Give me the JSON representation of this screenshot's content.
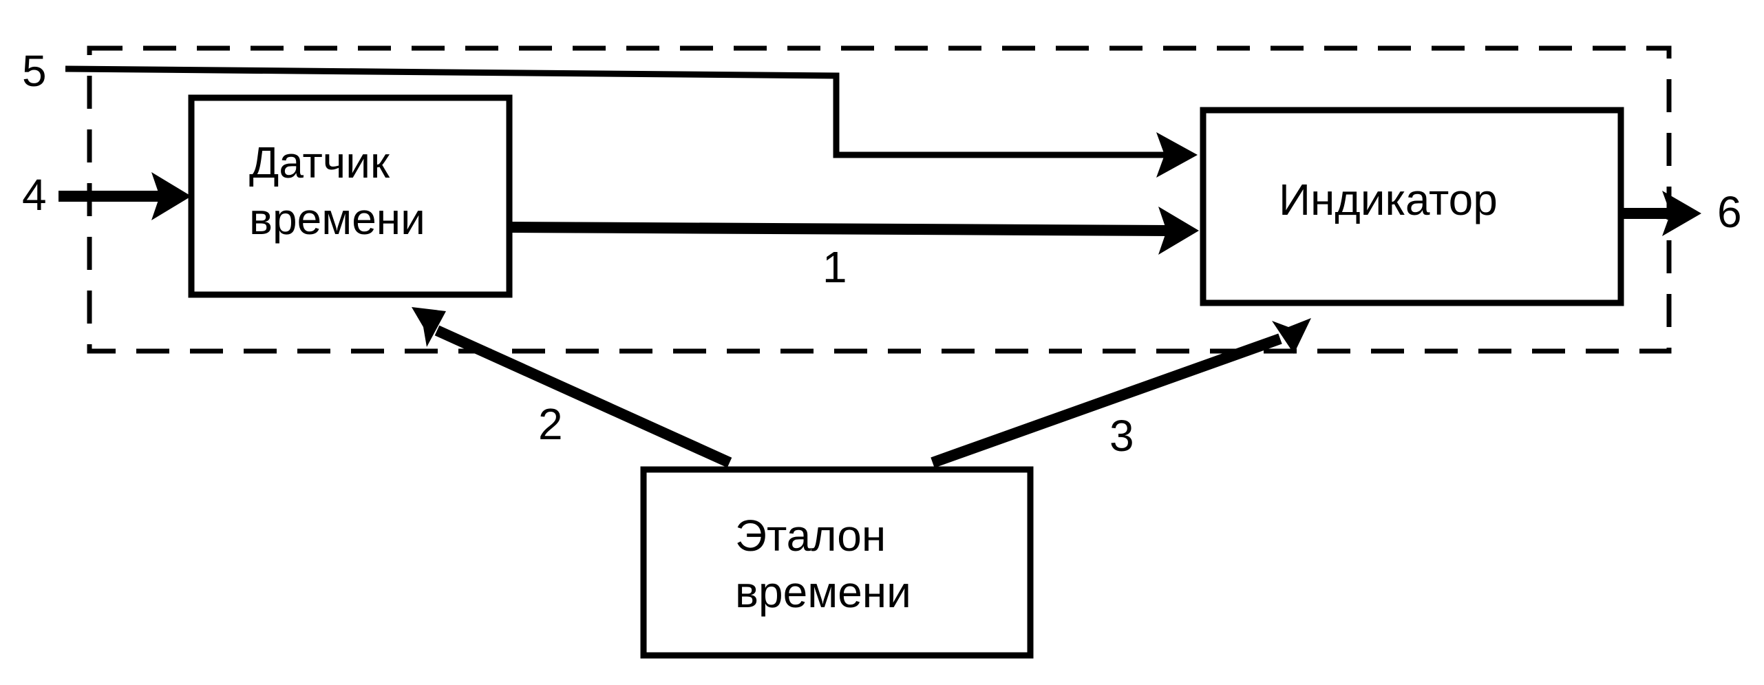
{
  "blocks": {
    "sensor": {
      "line1": "Датчик",
      "line2": "времени"
    },
    "indicator": {
      "label": "Индикатор"
    },
    "reference": {
      "line1": "Эталон",
      "line2": "времени"
    }
  },
  "connections": {
    "c1": "1",
    "c2": "2",
    "c3": "3",
    "c4": "4",
    "c5": "5",
    "c6": "6"
  }
}
